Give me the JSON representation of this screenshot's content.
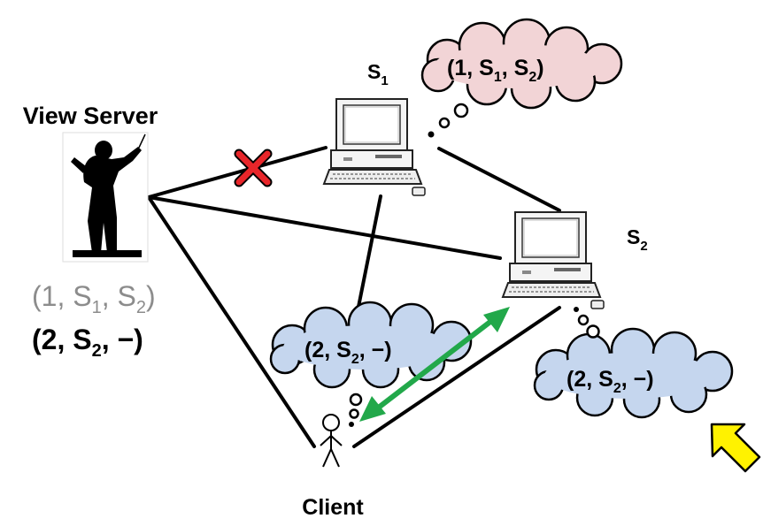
{
  "view_server": {
    "title": "View Server",
    "old_view": {
      "num": "1",
      "primary": "S",
      "primary_sub": "1",
      "backup": "S",
      "backup_sub": "2"
    },
    "new_view": {
      "num": "2",
      "primary": "S",
      "primary_sub": "2",
      "backup": "−"
    }
  },
  "servers": {
    "s1": {
      "name": "S",
      "sub": "1",
      "view": {
        "num": "1",
        "primary": "S",
        "primary_sub": "1",
        "backup": "S",
        "backup_sub": "2"
      }
    },
    "s2": {
      "name": "S",
      "sub": "2",
      "view": {
        "num": "2",
        "primary": "S",
        "primary_sub": "2",
        "backup": "−"
      }
    }
  },
  "client": {
    "label": "Client",
    "view": {
      "num": "2",
      "primary": "S",
      "primary_sub": "2",
      "backup": "−"
    }
  },
  "colors": {
    "s1_cloud": "#f2d4d6",
    "blue_cloud": "#c5d6ee",
    "arrow_green": "#22a84a",
    "fail_red": "#e8262a",
    "pointer_yellow": "#fff200",
    "old_view_gray": "#8c8c8c"
  }
}
